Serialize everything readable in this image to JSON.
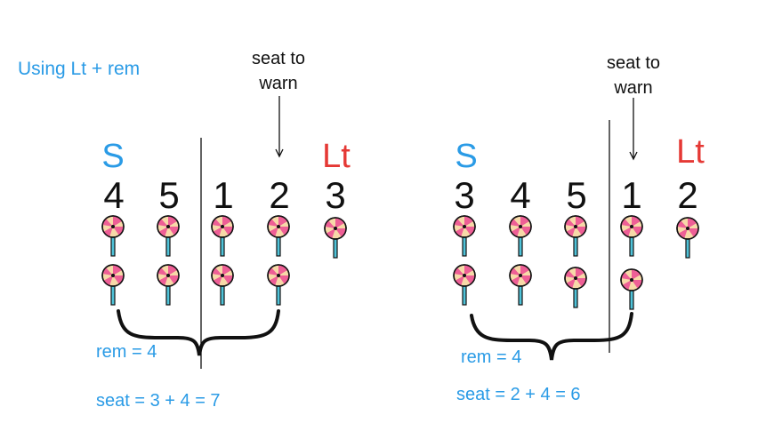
{
  "title": "Using  Lt + rem",
  "panels": [
    {
      "note_lines": [
        "seat to",
        "warn"
      ],
      "s_label": "S",
      "lt_label": "Lt",
      "numbers": [
        "4",
        "5",
        "1",
        "2",
        "3"
      ],
      "rem": "rem = 4",
      "seat": "seat = 3 + 4 = 7"
    },
    {
      "note_lines": [
        "seat to",
        "warn"
      ],
      "s_label": "S",
      "lt_label": "Lt",
      "numbers": [
        "3",
        "4",
        "5",
        "1",
        "2"
      ],
      "rem": "rem = 4",
      "seat": "seat = 2 + 4 = 6"
    }
  ],
  "colors": {
    "blue": "#2a9be6",
    "red": "#e53935"
  }
}
